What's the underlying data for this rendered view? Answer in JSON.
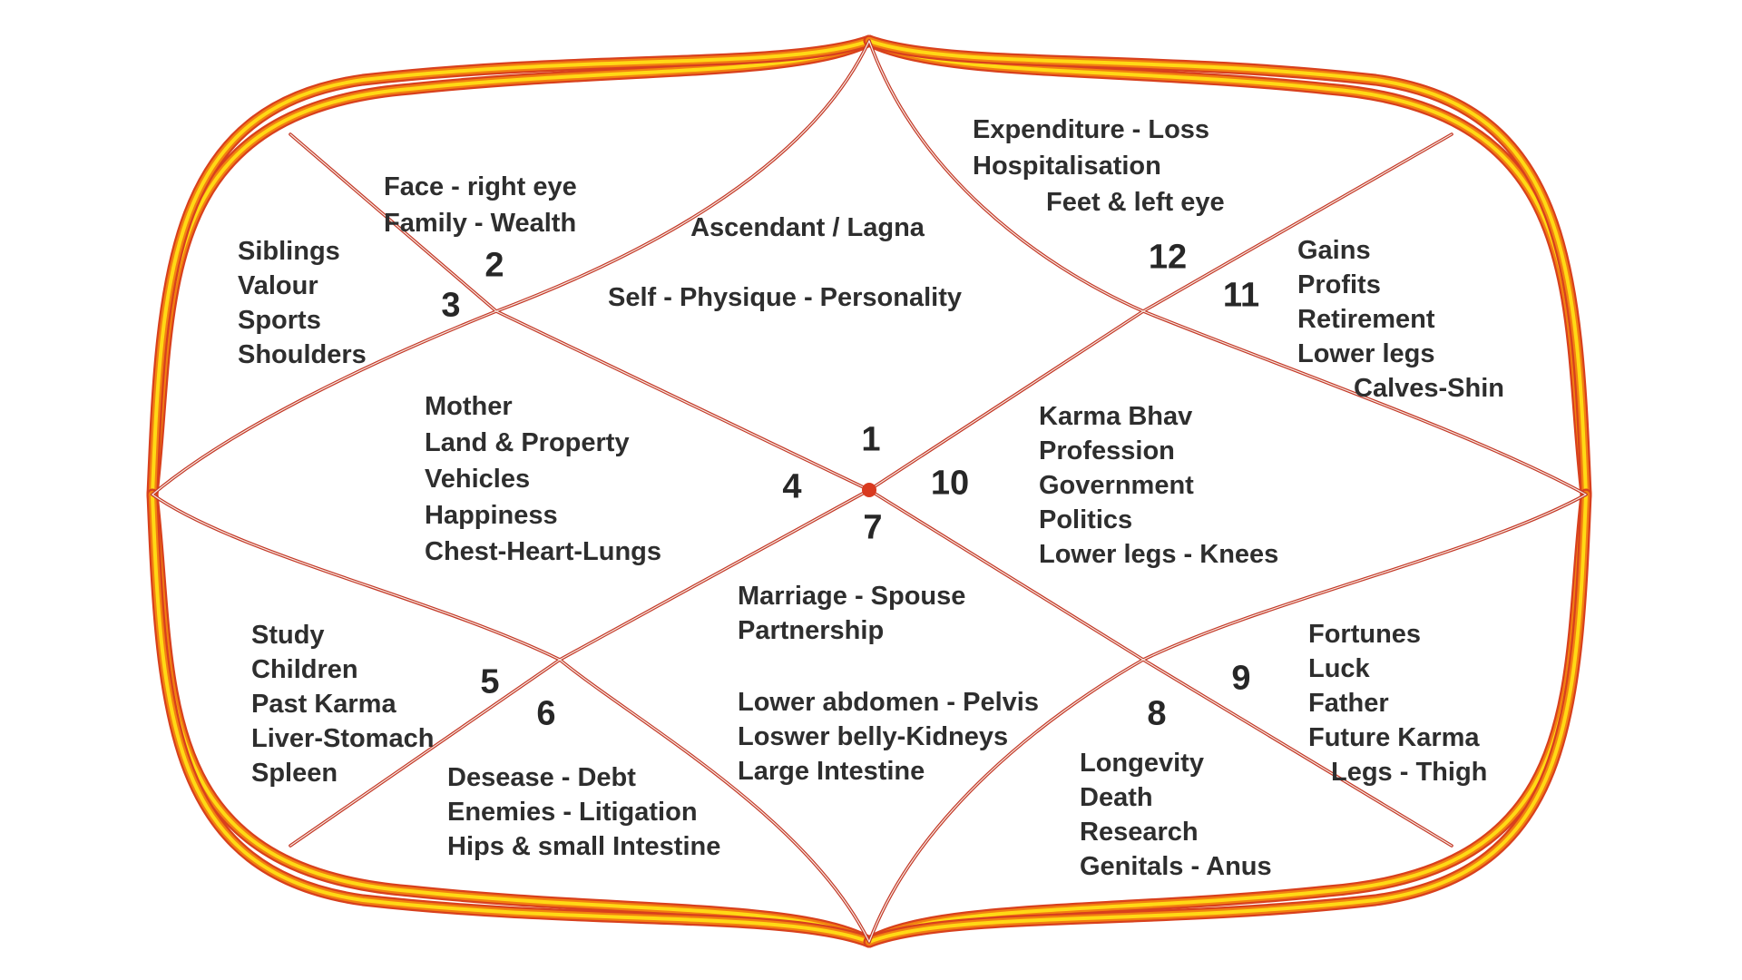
{
  "colors": {
    "line_red": "#c43827",
    "border_red": "#d8401d",
    "border_orange": "#f28011",
    "border_yellow": "#ffd915",
    "text": "#2e2e2e"
  },
  "houses": {
    "h1": {
      "number": "1",
      "title": "Ascendant / Lagna",
      "subtitle": "Self - Physique - Personality"
    },
    "h2": {
      "number": "2",
      "lines": [
        "Face - right eye",
        "Family -  Wealth"
      ]
    },
    "h3": {
      "number": "3",
      "lines": [
        "Siblings",
        "Valour",
        "Sports",
        "Shoulders"
      ]
    },
    "h4": {
      "number": "4",
      "lines": [
        "Mother",
        "Land & Property",
        "Vehicles",
        "Happiness",
        "Chest-Heart-Lungs"
      ]
    },
    "h5": {
      "number": "5",
      "lines": [
        "Study",
        "Children",
        "Past Karma",
        "Liver-Stomach",
        "Spleen"
      ]
    },
    "h6": {
      "number": "6",
      "lines": [
        "Desease - Debt",
        "Enemies - Litigation",
        "Hips & small Intestine"
      ]
    },
    "h7": {
      "number": "7",
      "lines_top": [
        "Marriage - Spouse",
        "Partnership"
      ],
      "lines_bottom": [
        "Lower abdomen - Pelvis",
        "Loswer belly-Kidneys",
        "Large Intestine"
      ]
    },
    "h8": {
      "number": "8",
      "lines": [
        "Longevity",
        "Death",
        "Research",
        "Genitals - Anus"
      ]
    },
    "h9": {
      "number": "9",
      "lines": [
        "Fortunes",
        "Luck",
        "Father",
        "Future Karma",
        "Legs - Thigh"
      ]
    },
    "h10": {
      "number": "10",
      "lines": [
        "Karma Bhav",
        "Profession",
        "Government",
        "Politics",
        "Lower legs - Knees"
      ]
    },
    "h11": {
      "number": "11",
      "lines": [
        "Gains",
        "Profits",
        "Retirement",
        "Lower legs",
        "Calves-Shin"
      ]
    },
    "h12": {
      "number": "12",
      "lines": [
        "Expenditure - Loss",
        "Hospitalisation",
        "Feet & left eye"
      ]
    }
  }
}
